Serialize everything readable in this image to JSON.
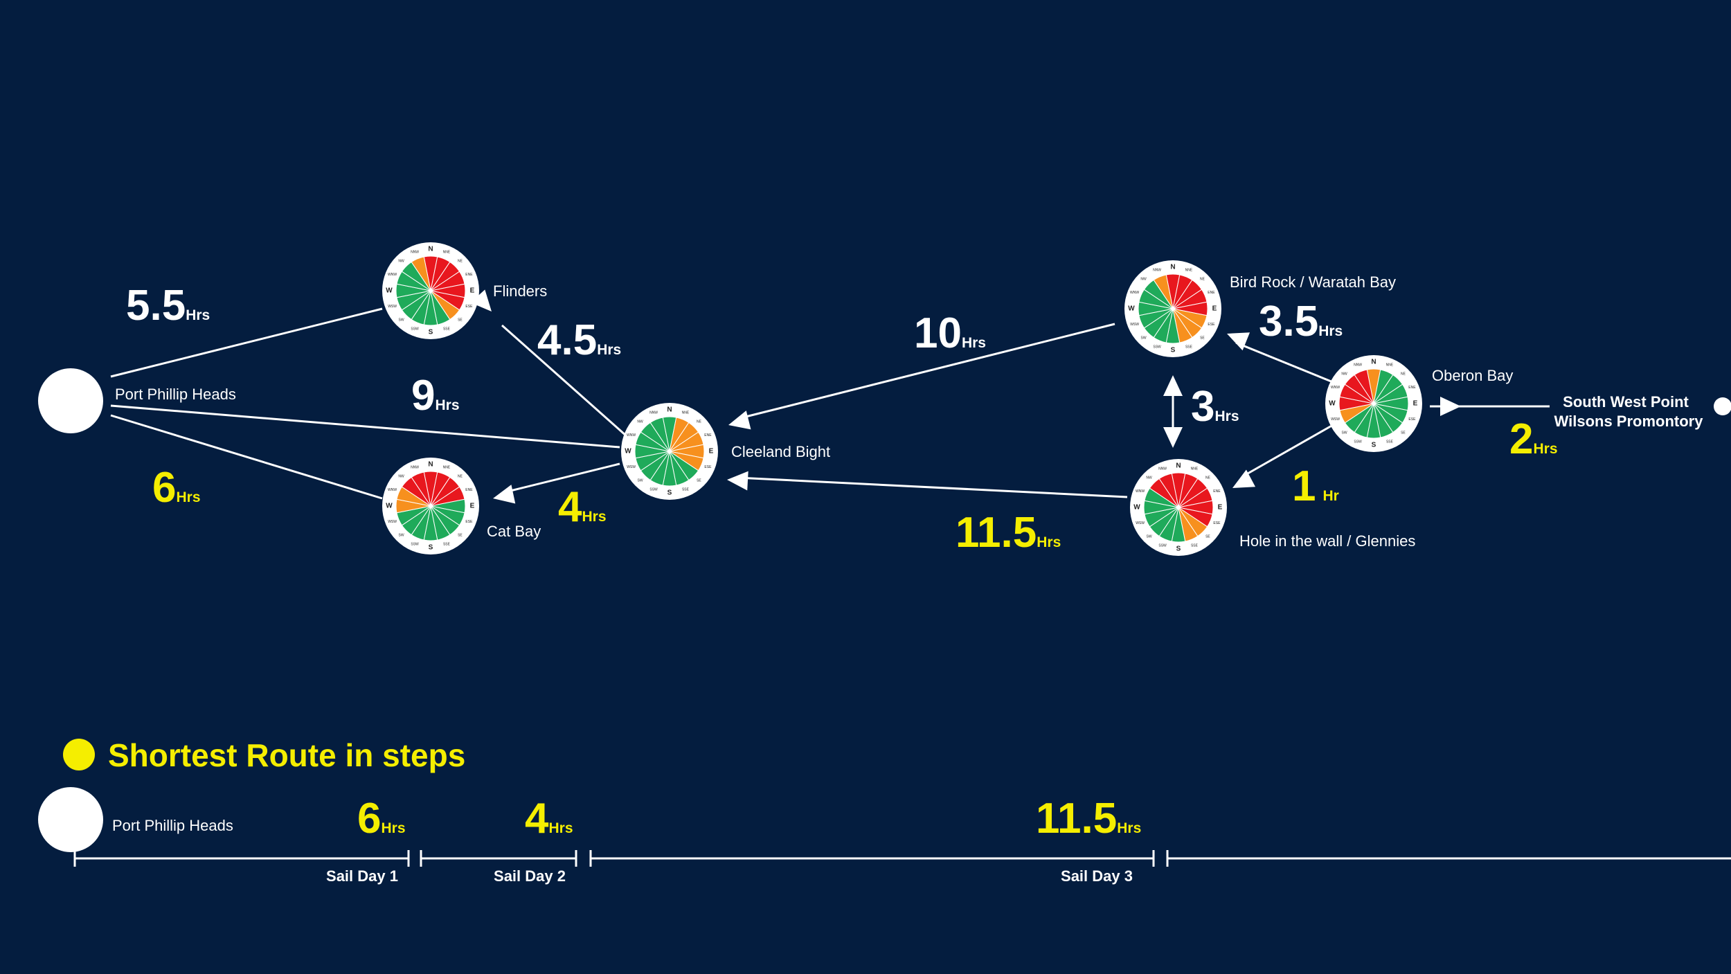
{
  "colors": {
    "background": "#041d3f",
    "line": "#ffffff",
    "highlight": "#f5ee00",
    "good": "#1faa5a",
    "caution": "#f7901e",
    "bad": "#e8171e"
  },
  "compass_labels": [
    "N",
    "NNE",
    "NE",
    "ENE",
    "E",
    "ESE",
    "SE",
    "SSE",
    "S",
    "SSW",
    "SW",
    "WSW",
    "W",
    "WNW",
    "NW",
    "NNW"
  ],
  "nodes": {
    "port_phillip": "Port Phillip Heads",
    "flinders": "Flinders",
    "cat_bay": "Cat Bay",
    "cleeland": "Cleeland Bight",
    "bird_rock": "Bird Rock / Waratah Bay",
    "hole_wall": "Hole in the wall / Glennies",
    "oberon": "Oberon Bay",
    "south_west_point_1": "South West Point",
    "south_west_point_2": "Wilsons Promontory"
  },
  "wind_roses": {
    "flinders": [
      "bad",
      "bad",
      "bad",
      "bad",
      "bad",
      "bad",
      "caution",
      "good",
      "good",
      "good",
      "good",
      "good",
      "good",
      "good",
      "good",
      "caution"
    ],
    "cat_bay": [
      "bad",
      "bad",
      "bad",
      "bad",
      "good",
      "good",
      "good",
      "good",
      "good",
      "good",
      "good",
      "good",
      "caution",
      "caution",
      "bad",
      "bad"
    ],
    "cleeland": [
      "good",
      "caution",
      "caution",
      "caution",
      "caution",
      "caution",
      "good",
      "good",
      "good",
      "good",
      "good",
      "good",
      "good",
      "good",
      "good",
      "good"
    ],
    "bird_rock": [
      "bad",
      "bad",
      "bad",
      "bad",
      "bad",
      "caution",
      "caution",
      "caution",
      "good",
      "good",
      "good",
      "good",
      "good",
      "good",
      "good",
      "caution"
    ],
    "hole_wall": [
      "bad",
      "bad",
      "bad",
      "bad",
      "bad",
      "bad",
      "caution",
      "caution",
      "good",
      "good",
      "good",
      "good",
      "good",
      "good",
      "bad",
      "bad"
    ],
    "oberon": [
      "caution",
      "good",
      "good",
      "good",
      "good",
      "good",
      "good",
      "good",
      "good",
      "good",
      "good",
      "caution",
      "bad",
      "bad",
      "bad",
      "bad"
    ]
  },
  "legs": {
    "pph_flinders": {
      "value": "5.5",
      "unit": "Hrs"
    },
    "pph_cleeland": {
      "value": "9",
      "unit": "Hrs"
    },
    "pph_catbay": {
      "value": "6",
      "unit": "Hrs"
    },
    "cleeland_flinders": {
      "value": "4.5",
      "unit": "Hrs"
    },
    "cleeland_catbay": {
      "value": "4",
      "unit": "Hrs"
    },
    "cleeland_birdrock": {
      "value": "10",
      "unit": "Hrs"
    },
    "cleeland_holewall": {
      "value": "11.5",
      "unit": "Hrs"
    },
    "birdrock_holewall": {
      "value": "3",
      "unit": "Hrs"
    },
    "oberon_birdrock": {
      "value": "3.5",
      "unit": "Hrs"
    },
    "oberon_holewall": {
      "value": "1",
      "unit": "Hr"
    },
    "oberon_swpoint": {
      "value": "2",
      "unit": "Hrs"
    }
  },
  "shortest_route": {
    "title": "Shortest Route in steps",
    "start": "Port Phillip Heads",
    "steps": [
      {
        "value": "6",
        "unit": "Hrs",
        "day": "Sail Day 1"
      },
      {
        "value": "4",
        "unit": "Hrs",
        "day": "Sail Day 2"
      },
      {
        "value": "11.5",
        "unit": "Hrs",
        "day": "Sail Day 3"
      }
    ]
  }
}
